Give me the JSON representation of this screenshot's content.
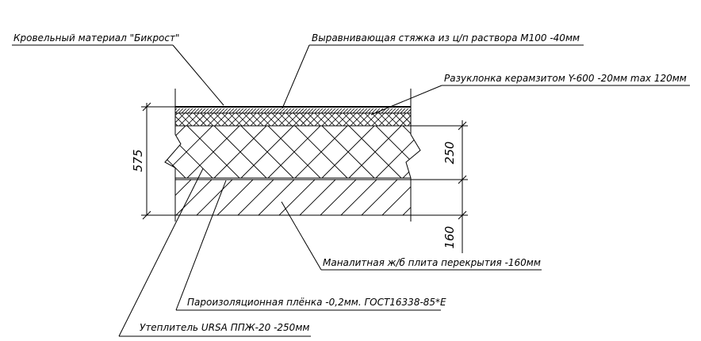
{
  "labels": {
    "roofing": "Кровельный материал \"Бикрост\"",
    "screed": "Выравнивающая стяжка из ц/п раствора М100 -40мм",
    "slope": "Разуклонка керамзитом Y-600 -20мм max 120мм",
    "slab": "Маналитная ж/б плита перекрытия -160мм",
    "vapor": "Пароизоляционная плёнка -0,2мм. ГОСТ16338-85*Е",
    "insulation": "Утеплитель URSA ППЖ-20 -250мм"
  },
  "dimensions": {
    "total": "575",
    "insulation": "250",
    "slab": "160"
  },
  "colors": {
    "ink": "#000000",
    "background": "#ffffff"
  }
}
